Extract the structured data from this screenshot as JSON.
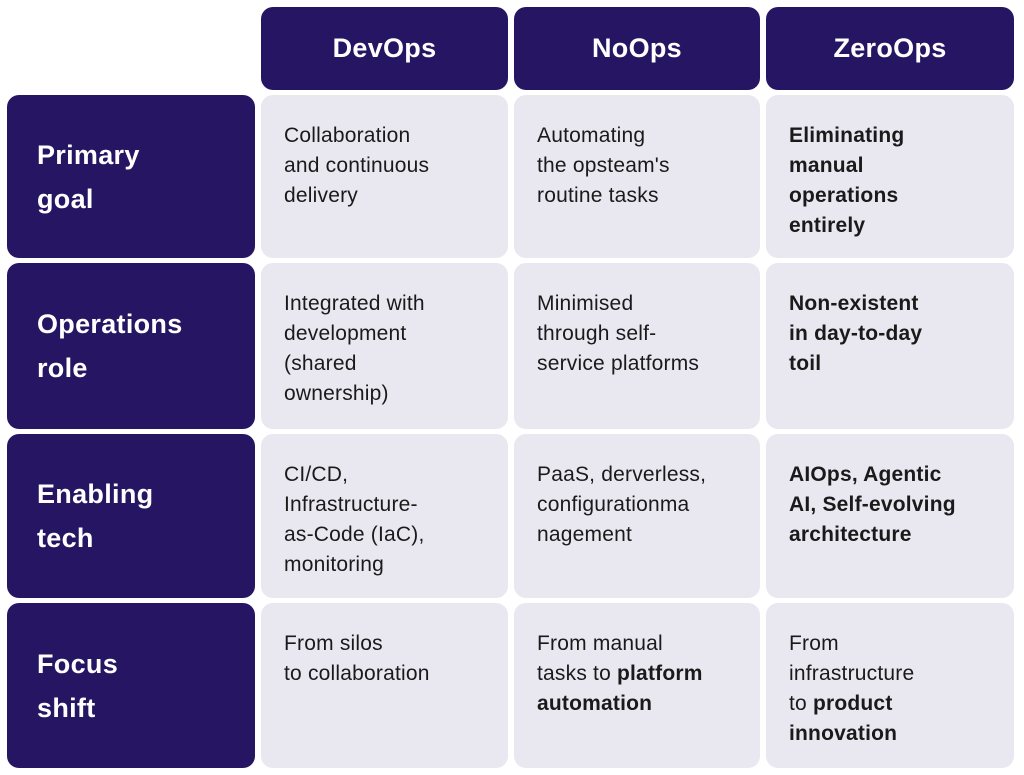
{
  "colors": {
    "header_bg": "#261563",
    "cell_bg": "#e9e8f1",
    "header_text": "#ffffff",
    "cell_text": "#1a1a1a",
    "page_bg": "#ffffff"
  },
  "table": {
    "columns": [
      "DevOps",
      "NoOps",
      "ZeroOps"
    ],
    "rows": [
      {
        "label": "Primary\ngoal",
        "cells": [
          {
            "segments": [
              {
                "t": "Collaboration\nand continuous\ndelivery",
                "b": false
              }
            ]
          },
          {
            "segments": [
              {
                "t": "Automating\nthe opsteam's\nroutine tasks",
                "b": false
              }
            ]
          },
          {
            "segments": [
              {
                "t": "Eliminating\nmanual\noperations\nentirely",
                "b": true
              }
            ]
          }
        ]
      },
      {
        "label": "Operations\nrole",
        "cells": [
          {
            "segments": [
              {
                "t": "Integrated with\ndevelopment\n(shared\nownership)",
                "b": false
              }
            ]
          },
          {
            "segments": [
              {
                "t": "Minimised\nthrough self-\nservice platforms",
                "b": false
              }
            ]
          },
          {
            "segments": [
              {
                "t": "Non-existent\nin day-to-day\ntoil",
                "b": true
              }
            ]
          }
        ]
      },
      {
        "label": "Enabling\ntech",
        "cells": [
          {
            "segments": [
              {
                "t": "CI/CD,\nInfrastructure-\nas-Code (IaC),\nmonitoring",
                "b": false
              }
            ]
          },
          {
            "segments": [
              {
                "t": "PaaS, derverless,\nconfigurationma\nnagement",
                "b": false
              }
            ]
          },
          {
            "segments": [
              {
                "t": "AIOps, Agentic\nAI, Self-evolving\narchitecture",
                "b": true
              }
            ]
          }
        ]
      },
      {
        "label": "Focus\nshift",
        "cells": [
          {
            "segments": [
              {
                "t": "From silos\nto collaboration",
                "b": false
              }
            ]
          },
          {
            "segments": [
              {
                "t": "From manual\ntasks to ",
                "b": false
              },
              {
                "t": "platform\nautomation",
                "b": true
              }
            ]
          },
          {
            "segments": [
              {
                "t": "From\ninfrastructure\nto ",
                "b": false
              },
              {
                "t": "product\ninnovation",
                "b": true
              }
            ]
          }
        ]
      }
    ]
  }
}
